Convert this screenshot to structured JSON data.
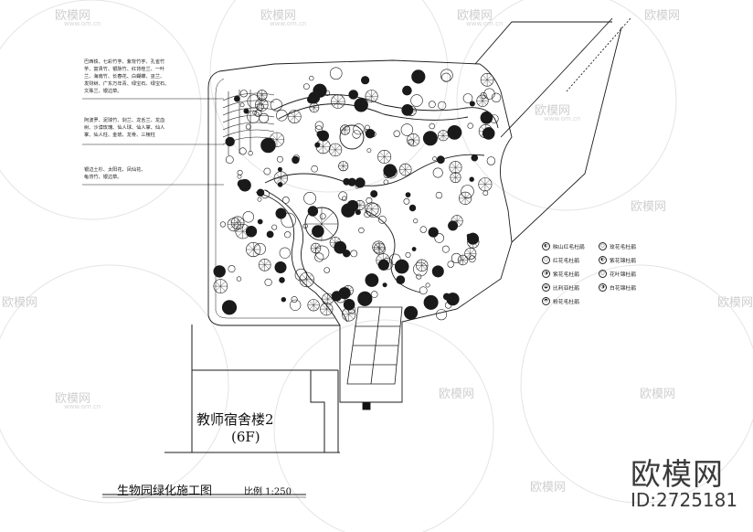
{
  "plan_notes": [
    "巴西铁、七彩竹芋、紫背竹芋、孔雀竹\n芋、富贵竹、银脉竹、红背桂兰、一叶\n兰、海南竹、长春花、白蝴蝶、巫兰、\n发财树、广东万年青、绿宝石、绿宝石、\n文殊兰、银边草。",
    "阿波罗、泥球竹、剑兰、龙舌兰、龙血\n树、沙漠玫瑰、仙人球、仙人掌、仙人\n掌、仙人柱、金琥、龙骨、三棱柱",
    "银边土杉、太阳花、凤仙花、\n龟背竹、银边草。"
  ],
  "legend": [
    {
      "symbol": "◐",
      "label": "映山红毛杜鹃"
    },
    {
      "symbol": "○",
      "label": "红花毛杜鹃"
    },
    {
      "symbol": "◑",
      "label": "紫花毛杜鹃"
    },
    {
      "symbol": "◒",
      "label": "比利亚杜鹃"
    },
    {
      "symbol": "◓",
      "label": "粉花毛杜鹃"
    },
    {
      "symbol": "○",
      "label": "玫花毛杜鹃"
    },
    {
      "symbol": "◐",
      "label": "紫花锦杜鹃"
    },
    {
      "symbol": "○",
      "label": "花叶锦杜鹃"
    },
    {
      "symbol": "◑",
      "label": "白花锦杜鹃"
    }
  ],
  "building": {
    "name": "教师宿舍楼2",
    "floors": "(6F)"
  },
  "drawing_title": "生物园绿化施工图",
  "scale_text": "比例 1:250",
  "watermark": {
    "brand": "欧模网",
    "id": "ID:2725181",
    "url": "www.om.cn"
  },
  "colors": {
    "line": "#1a1a1a",
    "watermark_faint": "#d0d0d0",
    "watermark_dark": "#3a3a3a"
  }
}
